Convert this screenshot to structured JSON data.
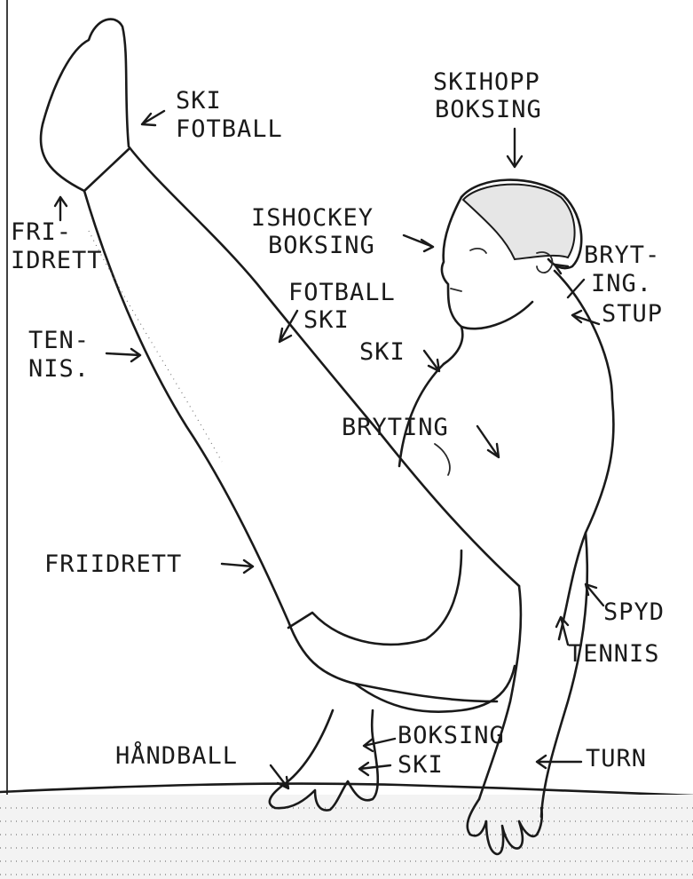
{
  "labels": {
    "ski_fotball_1": "SKI",
    "ski_fotball_2": "FOTBALL",
    "skihopp_1": "SKIHOPP",
    "skihopp_2": "BOKSING",
    "ishockey_1": "ISHOCKEY",
    "ishockey_2": "BOKSING",
    "fotball_ski_1": "FOTBALL",
    "fotball_ski_2": "SKI",
    "ski_chest": "SKI",
    "bryting_chest": "BRYTING",
    "bryting_neck_1": "BRYT-",
    "bryting_neck_2": "ING.",
    "stup": "STUP",
    "friidrett_foot_1": "FRI-",
    "friidrett_foot_2": "IDRETT",
    "tennis_shin_1": "TEN-",
    "tennis_shin_2": "NIS.",
    "friidrett_thigh": "FRIIDRETT",
    "spyd": "SPYD",
    "tennis_arm": "TENNIS",
    "boksing_hand": "BOKSING",
    "ski_hand": "SKI",
    "handball": "HÅNDBALL",
    "turn": "TURN"
  }
}
